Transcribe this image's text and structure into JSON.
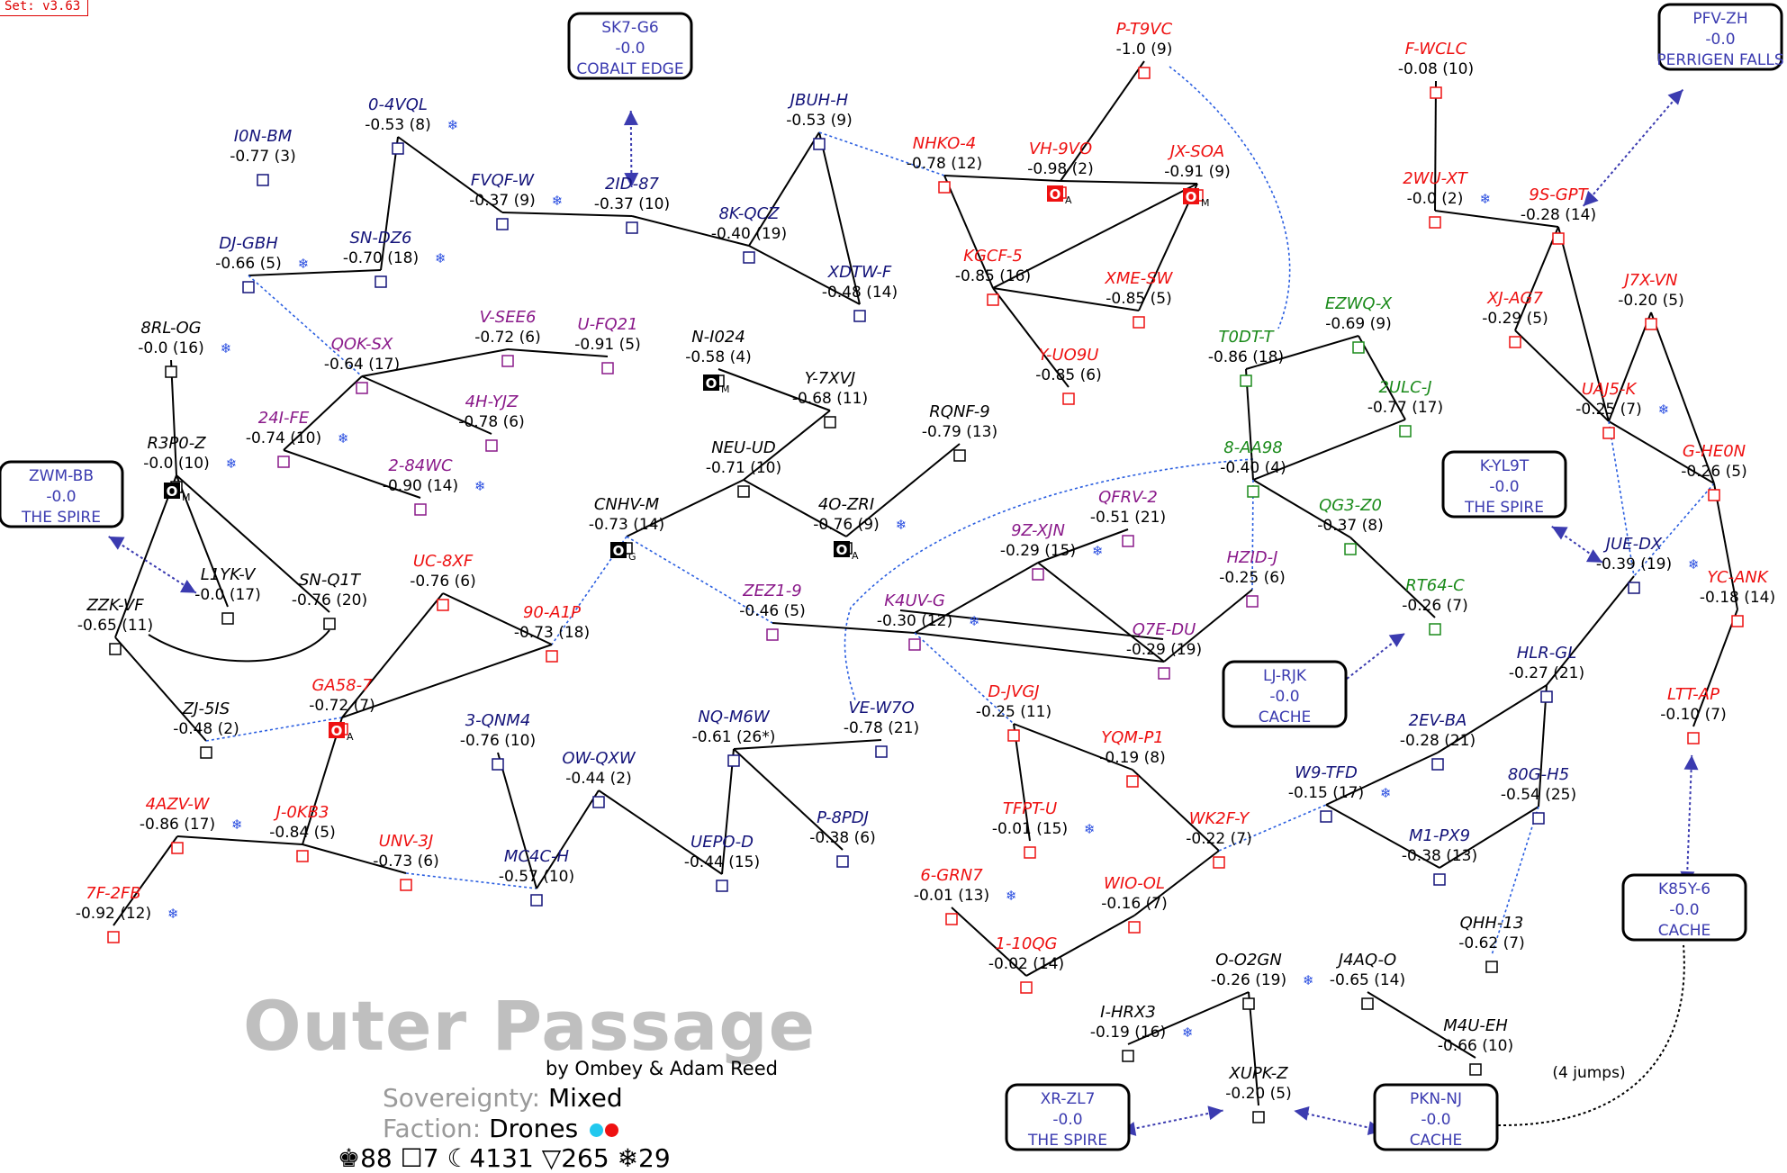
{
  "set_label": "Set: v3.63",
  "region": {
    "title": "Outer Passage",
    "credit": "by Ombey & Adam Reed",
    "sovereignty_label": "Sovereignty:",
    "sovereignty_value": "Mixed",
    "faction_label": "Faction:",
    "faction_value": "Drones",
    "faction_colors": [
      "#22c8ee",
      "#ee1111"
    ],
    "stats_line": "♚88 ☐7 ☾4131 ▽265 ❄29"
  },
  "colors": {
    "navy": "#14147a",
    "red": "#ee1111",
    "purple": "#8a1a8a",
    "green": "#1a8a1a",
    "black": "#000000",
    "link_blue": "#3b3bb0",
    "dotted_blue": "#2a5ee0"
  },
  "jumps_label": "(4 jumps)",
  "systems": [
    {
      "id": "ion-bm",
      "name": "I0N-BM",
      "sec": "-0.77 (3)",
      "color": "navy",
      "station": false
    },
    {
      "id": "0-4vql",
      "name": "0-4VQL",
      "sec": "-0.53 (8)",
      "color": "navy",
      "station": true
    },
    {
      "id": "dj-gbh",
      "name": "DJ-GBH",
      "sec": "-0.66 (5)",
      "color": "navy",
      "station": true
    },
    {
      "id": "sn-dz6",
      "name": "SN-DZ6",
      "sec": "-0.70 (18)",
      "color": "navy",
      "station": true
    },
    {
      "id": "fvqf-w",
      "name": "FVQF-W",
      "sec": "-0.37 (9)",
      "color": "navy",
      "station": true
    },
    {
      "id": "2id-87",
      "name": "2ID-87",
      "sec": "-0.37 (10)",
      "color": "navy",
      "station": false
    },
    {
      "id": "jbuh-h",
      "name": "JBUH-H",
      "sec": "-0.53 (9)",
      "color": "navy",
      "station": false
    },
    {
      "id": "8k-qcz",
      "name": "8K-QCZ",
      "sec": "-0.40 (19)",
      "color": "navy",
      "station": false
    },
    {
      "id": "xdtw-f",
      "name": "XDTW-F",
      "sec": "-0.48 (14)",
      "color": "navy",
      "station": false
    },
    {
      "id": "8rl-og",
      "name": "8RL-OG",
      "sec": "-0.0 (16)",
      "color": "black",
      "station": true
    },
    {
      "id": "qok-sx",
      "name": "QOK-SX",
      "sec": "-0.64 (17)",
      "color": "purple",
      "station": false
    },
    {
      "id": "v-see6",
      "name": "V-SEE6",
      "sec": "-0.72 (6)",
      "color": "purple",
      "station": false
    },
    {
      "id": "u-fq21",
      "name": "U-FQ21",
      "sec": "-0.91 (5)",
      "color": "purple",
      "station": false
    },
    {
      "id": "24i-fe",
      "name": "24I-FE",
      "sec": "-0.74 (10)",
      "color": "purple",
      "station": true
    },
    {
      "id": "4h-yjz",
      "name": "4H-YJZ",
      "sec": "-0.78 (6)",
      "color": "purple",
      "station": false
    },
    {
      "id": "2-84wc",
      "name": "2-84WC",
      "sec": "-0.90 (14)",
      "color": "purple",
      "station": true
    },
    {
      "id": "r3p0-z",
      "name": "R3P0-Z",
      "sec": "-0.0 (10)",
      "color": "black",
      "station": true
    },
    {
      "id": "l1yk-v",
      "name": "L1YK-V",
      "sec": "-0.0 (17)",
      "color": "black",
      "station": false
    },
    {
      "id": "sn-q1t",
      "name": "SN-Q1T",
      "sec": "-0.76 (20)",
      "color": "black",
      "station": false
    },
    {
      "id": "zzk-vf",
      "name": "ZZK-VF",
      "sec": "-0.65 (11)",
      "color": "black",
      "station": false
    },
    {
      "id": "zj-5is",
      "name": "ZJ-5IS",
      "sec": "-0.48 (2)",
      "color": "black",
      "station": false
    },
    {
      "id": "n-i024",
      "name": "N-I024",
      "sec": "-0.58 (4)",
      "color": "black",
      "station": false
    },
    {
      "id": "y-7xvj",
      "name": "Y-7XVJ",
      "sec": "-0.68 (11)",
      "color": "black",
      "station": false
    },
    {
      "id": "neu-ud",
      "name": "NEU-UD",
      "sec": "-0.71 (10)",
      "color": "black",
      "station": false
    },
    {
      "id": "rqnf-9",
      "name": "RQNF-9",
      "sec": "-0.79 (13)",
      "color": "black",
      "station": false
    },
    {
      "id": "cnhv-m",
      "name": "CNHV-M",
      "sec": "-0.73 (14)",
      "color": "black",
      "station": false
    },
    {
      "id": "4o-zri",
      "name": "4O-ZRI",
      "sec": "-0.76 (9)",
      "color": "black",
      "station": true
    },
    {
      "id": "uc-8xf",
      "name": "UC-8XF",
      "sec": "-0.76 (6)",
      "color": "red",
      "station": false
    },
    {
      "id": "90-a1p",
      "name": "90-A1P",
      "sec": "-0.73 (18)",
      "color": "red",
      "station": false
    },
    {
      "id": "ga58-7",
      "name": "GA58-7",
      "sec": "-0.72 (7)",
      "color": "red",
      "station": false
    },
    {
      "id": "zez1-9",
      "name": "ZEZ1-9",
      "sec": "-0.46 (5)",
      "color": "purple",
      "station": false
    },
    {
      "id": "3-qnm4",
      "name": "3-QNM4",
      "sec": "-0.76 (10)",
      "color": "navy",
      "station": false
    },
    {
      "id": "nq-m6w",
      "name": "NQ-M6W",
      "sec": "-0.61 (26*)",
      "color": "navy",
      "station": false
    },
    {
      "id": "ve-w7o",
      "name": "VE-W7O",
      "sec": "-0.78 (21)",
      "color": "navy",
      "station": false
    },
    {
      "id": "ow-qxw",
      "name": "OW-QXW",
      "sec": "-0.44 (2)",
      "color": "navy",
      "station": false
    },
    {
      "id": "p-8pdj",
      "name": "P-8PDJ",
      "sec": "-0.38 (6)",
      "color": "navy",
      "station": false
    },
    {
      "id": "uepo-d",
      "name": "UEPO-D",
      "sec": "-0.44 (15)",
      "color": "navy",
      "station": false
    },
    {
      "id": "mc4c-h",
      "name": "MC4C-H",
      "sec": "-0.57 (10)",
      "color": "navy",
      "station": false
    },
    {
      "id": "4azv-w",
      "name": "4AZV-W",
      "sec": "-0.86 (17)",
      "color": "red",
      "station": true
    },
    {
      "id": "j-0kb3",
      "name": "J-0KB3",
      "sec": "-0.84 (5)",
      "color": "red",
      "station": false
    },
    {
      "id": "unv-3j",
      "name": "UNV-3J",
      "sec": "-0.73 (6)",
      "color": "red",
      "station": false
    },
    {
      "id": "7f-2fb",
      "name": "7F-2FB",
      "sec": "-0.92 (12)",
      "color": "red",
      "station": true
    },
    {
      "id": "p-t9vc",
      "name": "P-T9VC",
      "sec": "-1.0 (9)",
      "color": "red",
      "station": false
    },
    {
      "id": "nhko-4",
      "name": "NHKO-4",
      "sec": "-0.78 (12)",
      "color": "red",
      "station": false
    },
    {
      "id": "vh-9vo",
      "name": "VH-9VO",
      "sec": "-0.98 (2)",
      "color": "red",
      "station": false
    },
    {
      "id": "jx-soa",
      "name": "JX-SOA",
      "sec": "-0.91 (9)",
      "color": "red",
      "station": false
    },
    {
      "id": "kgcf-5",
      "name": "KGCF-5",
      "sec": "-0.85 (16)",
      "color": "red",
      "station": false
    },
    {
      "id": "xme-sw",
      "name": "XME-SW",
      "sec": "-0.85 (5)",
      "color": "red",
      "station": false
    },
    {
      "id": "y-uo9u",
      "name": "Y-UO9U",
      "sec": "-0.85 (6)",
      "color": "red",
      "station": false
    },
    {
      "id": "t0dt-t",
      "name": "T0DT-T",
      "sec": "-0.86 (18)",
      "color": "green",
      "station": false
    },
    {
      "id": "ezwq-x",
      "name": "EZWQ-X",
      "sec": "-0.69 (9)",
      "color": "green",
      "station": false
    },
    {
      "id": "2ulc-j",
      "name": "2ULC-J",
      "sec": "-0.77 (17)",
      "color": "green",
      "station": false
    },
    {
      "id": "8-aa98",
      "name": "8-AA98",
      "sec": "-0.40 (4)",
      "color": "green",
      "station": false
    },
    {
      "id": "qg3-z0",
      "name": "QG3-Z0",
      "sec": "-0.37 (8)",
      "color": "green",
      "station": false
    },
    {
      "id": "rt64-c",
      "name": "RT64-C",
      "sec": "-0.26 (7)",
      "color": "green",
      "station": false
    },
    {
      "id": "qfrv-2",
      "name": "QFRV-2",
      "sec": "-0.51 (21)",
      "color": "purple",
      "station": false
    },
    {
      "id": "9z-xjn",
      "name": "9Z-XJN",
      "sec": "-0.29 (15)",
      "color": "purple",
      "station": true
    },
    {
      "id": "hzid-j",
      "name": "HZID-J",
      "sec": "-0.25 (6)",
      "color": "purple",
      "station": false
    },
    {
      "id": "k4uv-g",
      "name": "K4UV-G",
      "sec": "-0.30 (12)",
      "color": "purple",
      "station": true
    },
    {
      "id": "q7e-du",
      "name": "Q7E-DU",
      "sec": "-0.29 (19)",
      "color": "purple",
      "station": false
    },
    {
      "id": "d-jvgj",
      "name": "D-JVGJ",
      "sec": "-0.25 (11)",
      "color": "red",
      "station": false
    },
    {
      "id": "yqm-p1",
      "name": "YQM-P1",
      "sec": "-0.19 (8)",
      "color": "red",
      "station": false
    },
    {
      "id": "tfpt-u",
      "name": "TFPT-U",
      "sec": "-0.01 (15)",
      "color": "red",
      "station": true
    },
    {
      "id": "wk2f-y",
      "name": "WK2F-Y",
      "sec": "-0.22 (7)",
      "color": "red",
      "station": false
    },
    {
      "id": "6-grn7",
      "name": "6-GRN7",
      "sec": "-0.01 (13)",
      "color": "red",
      "station": true
    },
    {
      "id": "wio-ol",
      "name": "WIO-OL",
      "sec": "-0.16 (7)",
      "color": "red",
      "station": false
    },
    {
      "id": "1-10qg",
      "name": "1-10QG",
      "sec": "-0.02 (14)",
      "color": "red",
      "station": false
    },
    {
      "id": "f-wclc",
      "name": "F-WCLC",
      "sec": "-0.08 (10)",
      "color": "red",
      "station": false
    },
    {
      "id": "2wu-xt",
      "name": "2WU-XT",
      "sec": "-0.0 (2)",
      "color": "red",
      "station": true
    },
    {
      "id": "9s-gpt",
      "name": "9S-GPT",
      "sec": "-0.28 (14)",
      "color": "red",
      "station": false
    },
    {
      "id": "xj-ag7",
      "name": "XJ-AG7",
      "sec": "-0.29 (5)",
      "color": "red",
      "station": false
    },
    {
      "id": "j7x-vn",
      "name": "J7X-VN",
      "sec": "-0.20 (5)",
      "color": "red",
      "station": false
    },
    {
      "id": "uaj5-k",
      "name": "UAJ5-K",
      "sec": "-0.25 (7)",
      "color": "red",
      "station": true
    },
    {
      "id": "g-he0n",
      "name": "G-HE0N",
      "sec": "-0.26 (5)",
      "color": "red",
      "station": false
    },
    {
      "id": "jue-dx",
      "name": "JUE-DX",
      "sec": "-0.39 (19)",
      "color": "navy",
      "station": true
    },
    {
      "id": "yc-ank",
      "name": "YC-ANK",
      "sec": "-0.18 (14)",
      "color": "red",
      "station": false
    },
    {
      "id": "ltt-ap",
      "name": "LTT-AP",
      "sec": "-0.10 (7)",
      "color": "red",
      "station": false
    },
    {
      "id": "hlr-gl",
      "name": "HLR-GL",
      "sec": "-0.27 (21)",
      "color": "navy",
      "station": false
    },
    {
      "id": "2ev-ba",
      "name": "2EV-BA",
      "sec": "-0.28 (21)",
      "color": "navy",
      "station": false
    },
    {
      "id": "w9-tfd",
      "name": "W9-TFD",
      "sec": "-0.15 (17)",
      "color": "navy",
      "station": true
    },
    {
      "id": "80g-h5",
      "name": "80G-H5",
      "sec": "-0.54 (25)",
      "color": "navy",
      "station": false
    },
    {
      "id": "m1-px9",
      "name": "M1-PX9",
      "sec": "-0.38 (13)",
      "color": "navy",
      "station": false
    },
    {
      "id": "qhh-13",
      "name": "QHH-13",
      "sec": "-0.62 (7)",
      "color": "black",
      "station": false
    },
    {
      "id": "o-o2gn",
      "name": "O-O2GN",
      "sec": "-0.26 (19)",
      "color": "black",
      "station": true
    },
    {
      "id": "j4aq-o",
      "name": "J4AQ-O",
      "sec": "-0.65 (14)",
      "color": "black",
      "station": false
    },
    {
      "id": "i-hrx3",
      "name": "I-HRX3",
      "sec": "-0.19 (16)",
      "color": "black",
      "station": true
    },
    {
      "id": "m4u-eh",
      "name": "M4U-EH",
      "sec": "-0.66 (10)",
      "color": "black",
      "station": false
    },
    {
      "id": "xupk-z",
      "name": "XUPK-Z",
      "sec": "-0.20 (5)",
      "color": "black",
      "station": false
    }
  ],
  "externals": [
    {
      "id": "sk7-g6",
      "name": "SK7-G6",
      "sec": "-0.0",
      "region": "COBALT EDGE"
    },
    {
      "id": "pfv-zh",
      "name": "PFV-ZH",
      "sec": "-0.0",
      "region": "PERRIGEN FALLS"
    },
    {
      "id": "zwm-bb",
      "name": "ZWM-BB",
      "sec": "-0.0",
      "region": "THE SPIRE"
    },
    {
      "id": "k-yl9t",
      "name": "K-YL9T",
      "sec": "-0.0",
      "region": "THE SPIRE"
    },
    {
      "id": "lj-rjk",
      "name": "LJ-RJK",
      "sec": "-0.0",
      "region": "CACHE"
    },
    {
      "id": "k85y-6",
      "name": "K85Y-6",
      "sec": "-0.0",
      "region": "CACHE"
    },
    {
      "id": "xr-zl7",
      "name": "XR-ZL7",
      "sec": "-0.0",
      "region": "THE SPIRE"
    },
    {
      "id": "pkn-nj",
      "name": "PKN-NJ",
      "sec": "-0.0",
      "region": "CACHE"
    }
  ],
  "markers": [
    {
      "id": "m1",
      "letter": "O",
      "sub": "A",
      "color": "red",
      "near": "vh-9vo"
    },
    {
      "id": "m2",
      "letter": "O",
      "sub": "M",
      "color": "red",
      "near": "jx-soa"
    },
    {
      "id": "m3",
      "letter": "O",
      "sub": "M",
      "color": "black",
      "near": "n-i024"
    },
    {
      "id": "m4",
      "letter": "O",
      "sub": "M",
      "color": "black",
      "near": "r3p0-z"
    },
    {
      "id": "m5",
      "letter": "O",
      "sub": "G",
      "color": "black",
      "near": "cnhv-m"
    },
    {
      "id": "m6",
      "letter": "O",
      "sub": "A",
      "color": "black",
      "near": "4o-zri"
    },
    {
      "id": "m7",
      "letter": "O",
      "sub": "A",
      "color": "red",
      "near": "ga58-7"
    }
  ]
}
